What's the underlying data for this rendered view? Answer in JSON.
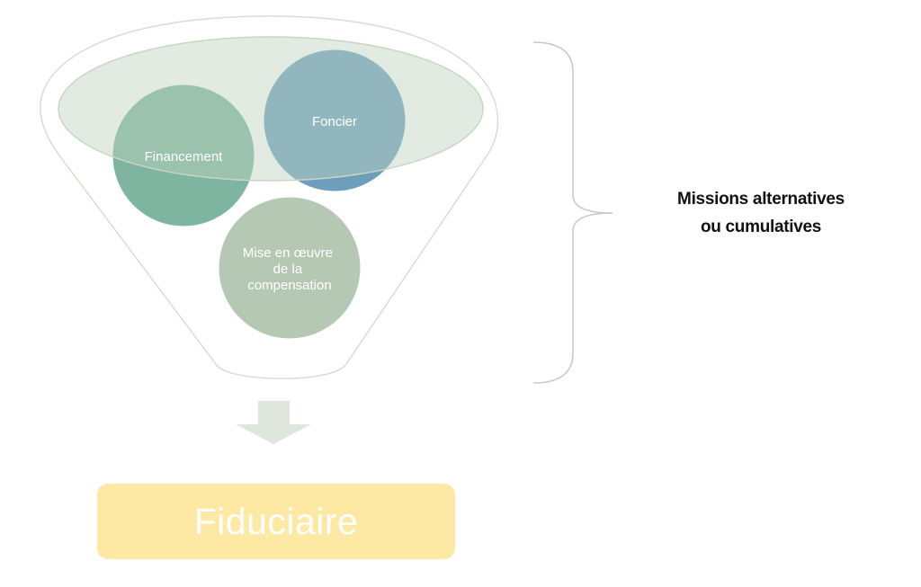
{
  "funnel": {
    "circles": [
      {
        "id": "financement",
        "lines": [
          "Financement"
        ],
        "color": "#7eb5a0"
      },
      {
        "id": "foncier",
        "lines": [
          "Foncier"
        ],
        "color": "#6f9ebd"
      },
      {
        "id": "compensation",
        "lines": [
          "Mise en œuvre",
          "de la",
          "compensation"
        ],
        "color": "#b5c8b4"
      }
    ],
    "outline_color": "#d8ddd4",
    "rim_fill_color": "#bcd3bc"
  },
  "brace_label": {
    "line1": "Missions alternatives",
    "line2": "ou cumulatives"
  },
  "arrow_color": "#dfe6dc",
  "result": {
    "label": "Fiduciaire",
    "color": "#fde9a3"
  }
}
